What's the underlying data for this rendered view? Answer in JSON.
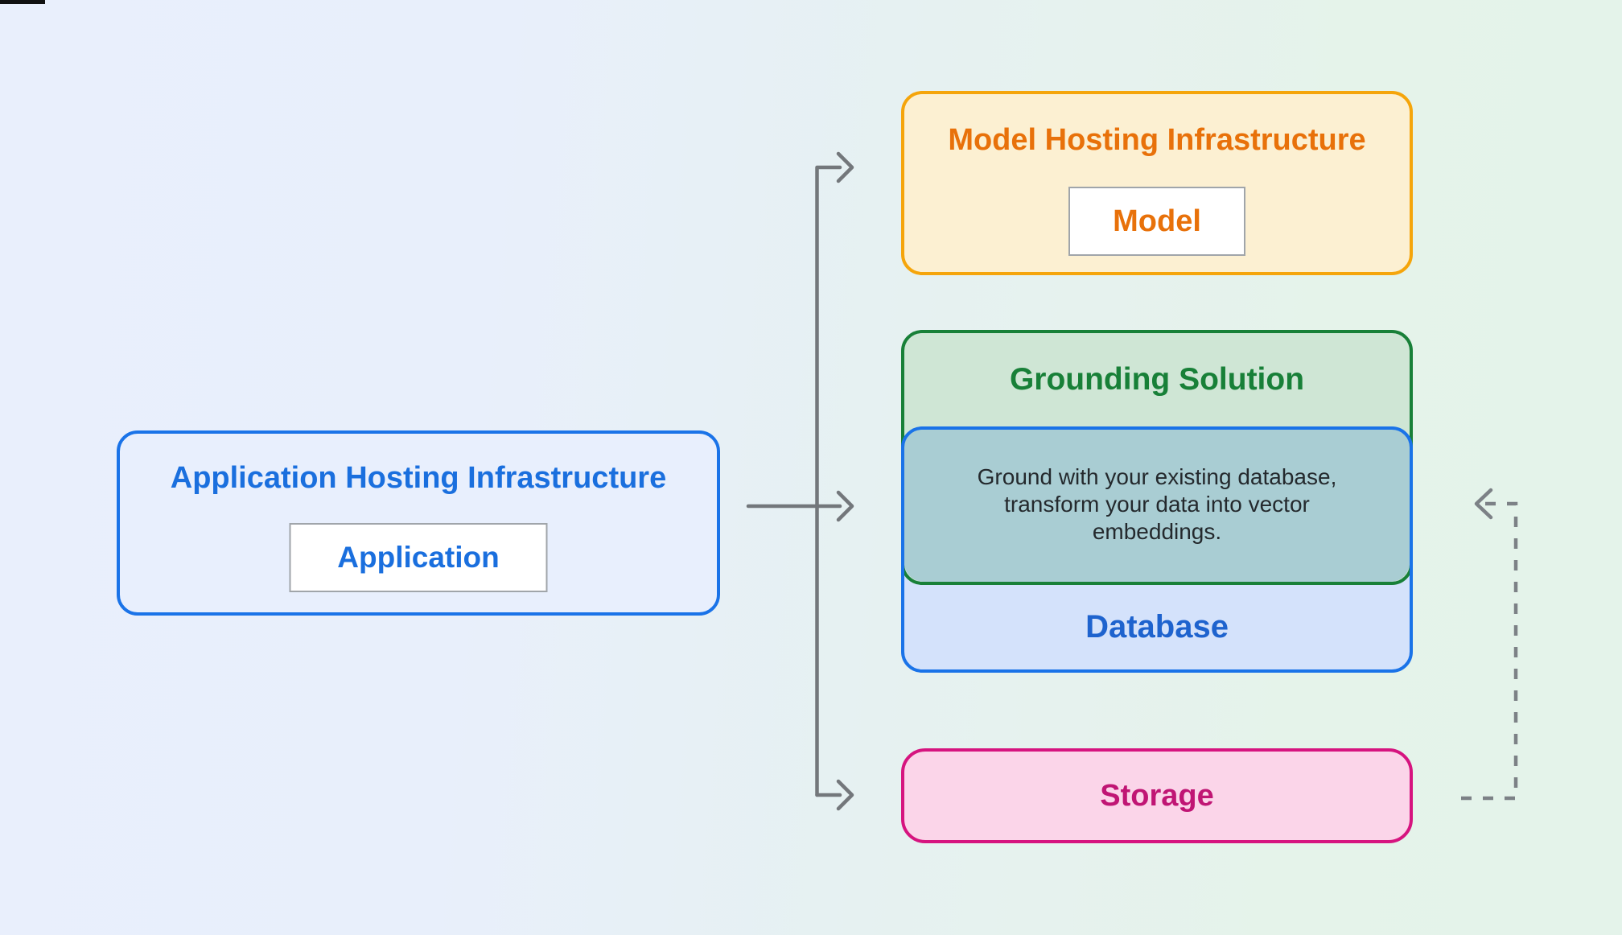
{
  "diagram": {
    "nodes": {
      "app_hosting": {
        "title": "Application Hosting Infrastructure",
        "child_label": "Application",
        "accent_color": "#1a73e8",
        "fill_color": "#e8effd"
      },
      "model_hosting": {
        "title": "Model Hosting Infrastructure",
        "child_label": "Model",
        "accent_color": "#f5a50b",
        "title_color": "#e8710a",
        "fill_color": "#fcf0d2"
      },
      "grounding": {
        "title": "Grounding Solution",
        "description_lines": [
          "Ground with your existing database,",
          "transform your data into vector",
          "embeddings."
        ],
        "accent_color": "#188038",
        "fill_color": "#cfe6d5",
        "overlap_fill_color": "#a9cdd3"
      },
      "database": {
        "label": "Database",
        "accent_color": "#1a73e8",
        "label_color": "#1e63ce",
        "fill_color": "#d4e2fb"
      },
      "storage": {
        "label": "Storage",
        "accent_color": "#d6147f",
        "label_color": "#c01574",
        "fill_color": "#fbd5e9"
      }
    },
    "connections": [
      {
        "from": "app_hosting",
        "to": "model_hosting",
        "style": "solid-arrow"
      },
      {
        "from": "app_hosting",
        "to": "grounding",
        "style": "solid-arrow"
      },
      {
        "from": "app_hosting",
        "to": "storage",
        "style": "solid-arrow"
      },
      {
        "from": "storage",
        "to": "grounding",
        "style": "dashed-arrow"
      }
    ],
    "connector_color": "#73777b",
    "dashed_connector_color": "#7c8186",
    "background_left_color": "#e9effc",
    "background_right_color": "#e4f3ea"
  }
}
